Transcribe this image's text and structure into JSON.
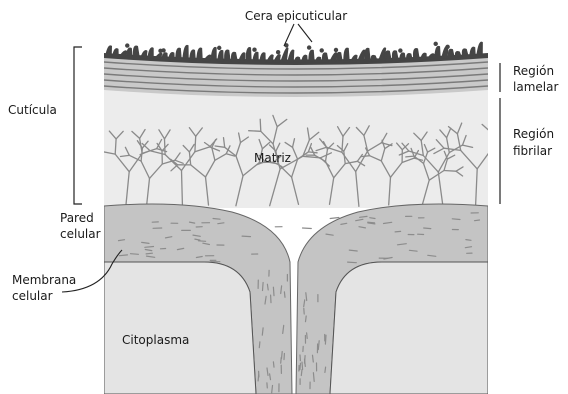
{
  "labels": {
    "wax": "Cera epicuticular",
    "lamellar_1": "Región",
    "lamellar_2": "lamelar",
    "cuticle": "Cutícula",
    "fibrillar_1": "Región",
    "fibrillar_2": "fibrilar",
    "matrix": "Matriz",
    "wall_1": "Pared",
    "wall_2": "celular",
    "membrane_1": "Membrana",
    "membrane_2": "celular",
    "cytoplasm": "Citoplasma"
  },
  "colors": {
    "wax": "#454545",
    "lamellar_bg": "#c9c9c9",
    "lamellar_lines": "#7a7a7a",
    "matrix_bg": "#ececec",
    "fibers": "#8a8a8a",
    "wall": "#c4c4c4",
    "wall_dashes": "#8c8c8c",
    "cytoplasm": "#e4e4e4",
    "outline": "#555555"
  }
}
